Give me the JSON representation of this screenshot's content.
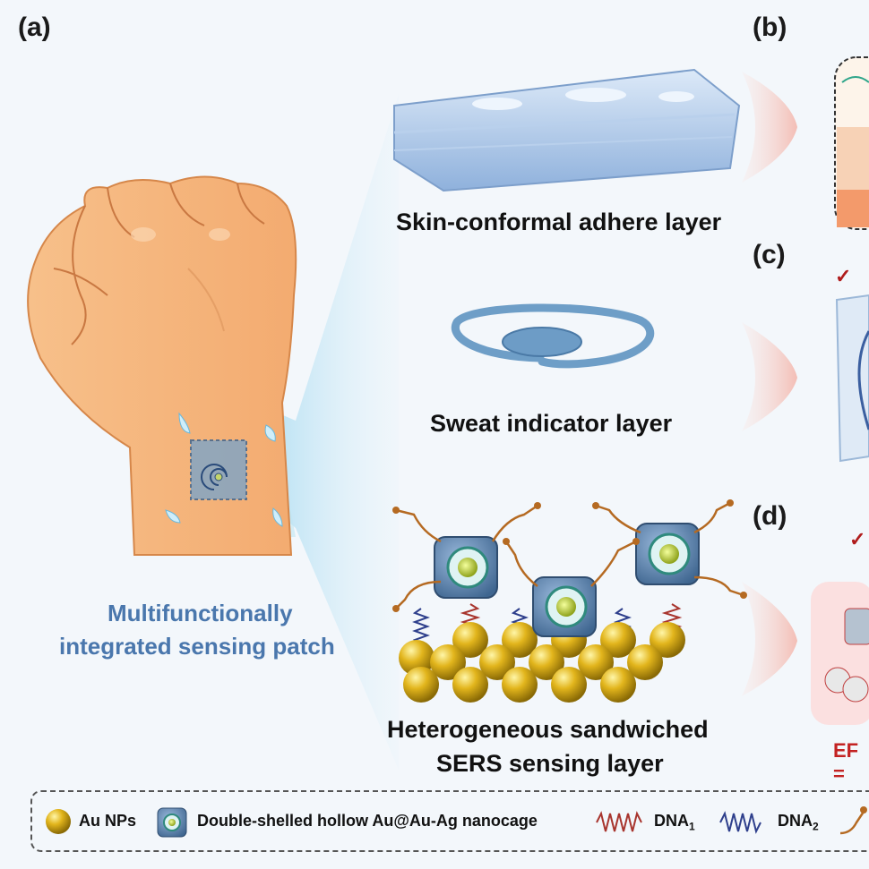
{
  "panels": {
    "a": "(a)",
    "b": "(b)",
    "c": "(c)",
    "d": "(d)"
  },
  "layers": {
    "adhere": "Skin-conformal adhere layer",
    "sweat": "Sweat indicator layer",
    "sers_line1": "Heterogeneous sandwiched",
    "sers_line2": "SERS sensing layer"
  },
  "patch": {
    "line1": "Multifunctionally",
    "line2": "integrated sensing patch"
  },
  "legend": {
    "au_nps": "Au NPs",
    "nanocage": "Double-shelled hollow Au@Au-Ag nanocage",
    "dna1": "DNA",
    "dna1_sub": "1",
    "dna2": "DNA",
    "dna2_sub": "2"
  },
  "right_edge": {
    "check": "✓",
    "ef": "EF ="
  },
  "colors": {
    "panel_label": "#1a1a1a",
    "patch_text": "#4a77ad",
    "gold": "#d4a514",
    "cage": "#5d86b3",
    "dna1": "#a8352e",
    "dna2": "#2e3f8c",
    "check": "#b01c1c"
  }
}
